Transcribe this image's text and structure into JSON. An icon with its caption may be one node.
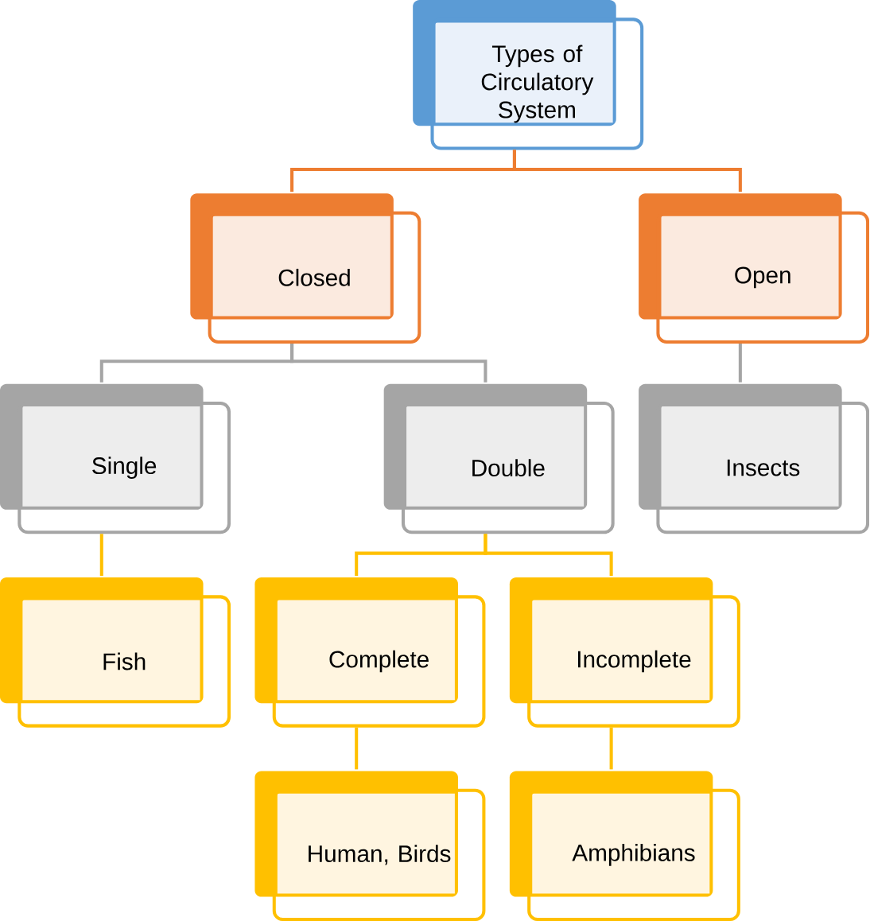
{
  "diagram": {
    "nodes": [
      {
        "text": [
          "Types of Circulatory System"
        ]
      },
      {
        "text": [
          "Closed"
        ]
      },
      {
        "text": [
          "Open"
        ]
      },
      {
        "text": [
          "Single"
        ]
      },
      {
        "text": [
          "Double"
        ]
      },
      {
        "text": [
          "Insects"
        ]
      },
      {
        "text": [
          "Fish"
        ]
      },
      {
        "text": [
          "Complete"
        ]
      },
      {
        "text": [
          "Incomplete"
        ]
      },
      {
        "text": [
          "Human, Birds"
        ]
      },
      {
        "text": [
          "Amphibians"
        ]
      }
    ],
    "edges": [
      {
        "from": 0,
        "to": 1,
        "arrow": "none",
        "color": "#ed7d31"
      },
      {
        "from": 0,
        "to": 2,
        "arrow": "none",
        "color": "#ed7d31"
      },
      {
        "from": 1,
        "to": 3,
        "arrow": "none",
        "color": "#a5a5a5"
      },
      {
        "from": 1,
        "to": 4,
        "arrow": "none",
        "color": "#a5a5a5"
      },
      {
        "from": 2,
        "to": 5,
        "arrow": "none",
        "color": "#a5a5a5"
      },
      {
        "from": 3,
        "to": 6,
        "arrow": "none",
        "color": "#ffc000"
      },
      {
        "from": 4,
        "to": 7,
        "arrow": "none",
        "color": "#ffc000"
      },
      {
        "from": 4,
        "to": 8,
        "arrow": "none",
        "color": "#ffc000"
      },
      {
        "from": 7,
        "to": 9,
        "arrow": "none",
        "color": "#ffc000"
      },
      {
        "from": 8,
        "to": 10,
        "arrow": "none",
        "color": "#ffc000"
      }
    ]
  }
}
